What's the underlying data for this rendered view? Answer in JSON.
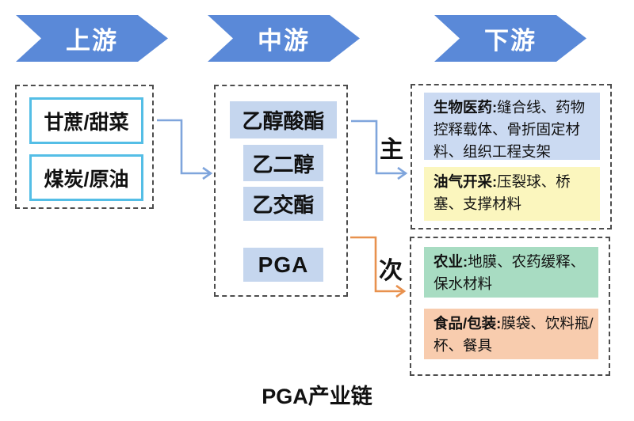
{
  "caption": "PGA产业链",
  "banners": [
    {
      "label": "上游"
    },
    {
      "label": "中游"
    },
    {
      "label": "下游"
    }
  ],
  "upstream": {
    "items": [
      "甘蔗/甜菜",
      "煤炭/原油"
    ]
  },
  "midstream": {
    "items": [
      "乙醇酸酯",
      "乙二醇",
      "乙交酯",
      "PGA"
    ]
  },
  "downstream": {
    "main": {
      "arrow_label": "主",
      "items": [
        {
          "label": "生物医药:",
          "desc": "缝合线、药物控释载体、骨折固定材料、组织工程支架"
        },
        {
          "label": "油气开采:",
          "desc": "压裂球、桥塞、支撑材料"
        }
      ]
    },
    "secondary": {
      "arrow_label": "次",
      "items": [
        {
          "label": "农业:",
          "desc": "地膜、农药缓释、保水材料"
        },
        {
          "label": "食品/包装:",
          "desc": "膜袋、饮料瓶/杯、餐具"
        }
      ]
    }
  },
  "colors": {
    "banner_blue": "#5A89D8",
    "midstream_item_fill": "#C5D6EE",
    "biomedical_fill": "#CBDAF2",
    "oil_gas_fill": "#FBF6BE",
    "agriculture_fill": "#A8DCC2",
    "food_packaging_fill": "#F8CCAE",
    "upstream_item_border": "#54BEE6",
    "arrow_main_blue": "#7FA5DC",
    "arrow_secondary_orange": "#E8914E",
    "dashed_border_gray": "#4D4D4D"
  }
}
